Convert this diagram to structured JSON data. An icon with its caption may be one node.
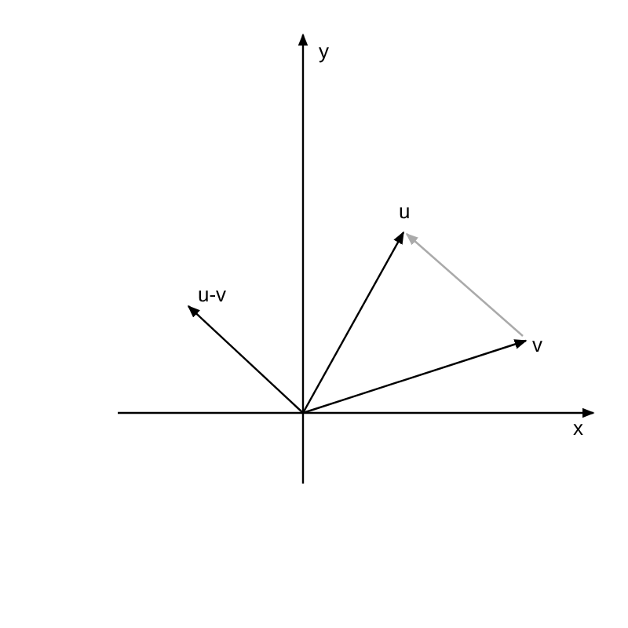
{
  "diagram": {
    "labels": [
      "y",
      "u",
      "u-v",
      "v",
      "x"
    ]
  }
}
